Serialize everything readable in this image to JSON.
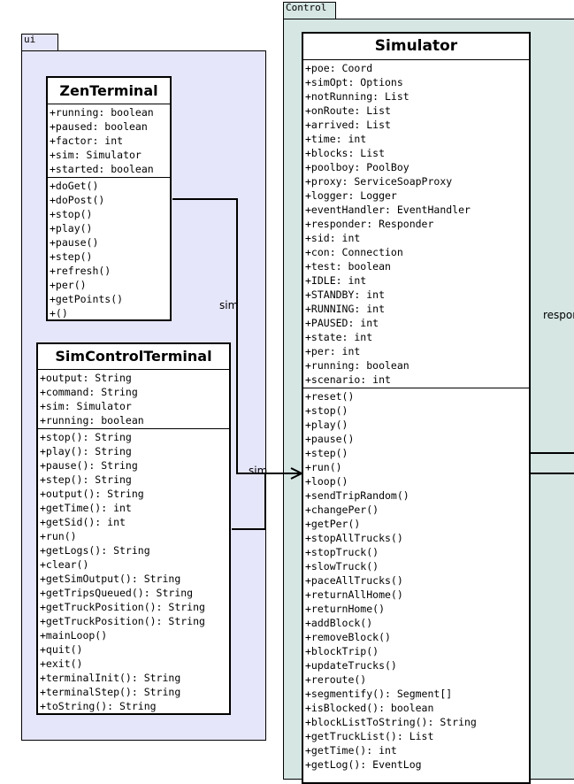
{
  "packages": {
    "ui": {
      "name": "ui"
    },
    "control": {
      "name": "Control"
    }
  },
  "classes": {
    "zen_terminal": {
      "name": "ZenTerminal",
      "attributes": [
        "+running: boolean",
        "+paused: boolean",
        "+factor: int",
        "+sim: Simulator",
        "+started: boolean"
      ],
      "operations": [
        "+doGet()",
        "+doPost()",
        "+stop()",
        "+play()",
        "+pause()",
        "+step()",
        "+refresh()",
        "+per()",
        "+getPoints()",
        "+()"
      ]
    },
    "sim_control_terminal": {
      "name": "SimControlTerminal",
      "attributes": [
        "+output: String",
        "+command: String",
        "+sim: Simulator",
        "+running: boolean"
      ],
      "operations": [
        "+stop(): String",
        "+play(): String",
        "+pause(): String",
        "+step(): String",
        "+output(): String",
        "+getTime(): int",
        "+getSid(): int",
        "+run()",
        "+getLogs(): String",
        "+clear()",
        "+getSimOutput(): String",
        "+getTripsQueued(): String",
        "+getTruckPosition(): String",
        "+getTruckPosition(): String",
        "+mainLoop()",
        "+quit()",
        "+exit()",
        "+terminalInit(): String",
        "+terminalStep(): String",
        "+toString(): String"
      ]
    },
    "simulator": {
      "name": "Simulator",
      "attributes": [
        "+poe: Coord",
        "+simOpt: Options",
        "+notRunning: List",
        "+onRoute: List",
        "+arrived: List",
        "+time: int",
        "+blocks: List",
        "+poolboy: PoolBoy",
        "+proxy: ServiceSoapProxy",
        "+logger: Logger",
        "+eventHandler: EventHandler",
        "+responder: Responder",
        "+sid: int",
        "+con: Connection",
        "+test: boolean",
        "+IDLE: int",
        "+STANDBY: int",
        "+RUNNING: int",
        "+PAUSED: int",
        "+state: int",
        "+per: int",
        "+running: boolean",
        "+scenario: int"
      ],
      "operations": [
        "+reset()",
        "+stop()",
        "+play()",
        "+pause()",
        "+step()",
        "+run()",
        "+loop()",
        "+sendTripRandom()",
        "+changePer()",
        "+getPer()",
        "+stopAllTrucks()",
        "+stopTruck()",
        "+slowTruck()",
        "+paceAllTrucks()",
        "+returnAllHome()",
        "+returnHome()",
        "+addBlock()",
        "+removeBlock()",
        "+blockTrip()",
        "+updateTrucks()",
        "+reroute()",
        "+segmentify(): Segment[]",
        "+isBlocked(): boolean",
        "+blockListToString(): String",
        "+getTruckList(): List",
        "+getTime(): int",
        "+getLog(): EventLog"
      ]
    }
  },
  "associations": {
    "zen_to_sim": {
      "label": "sim"
    },
    "sct_to_sim": {
      "label": "sim"
    },
    "sim_out": {
      "label": "respon"
    }
  },
  "colors": {
    "ui_package_fill": "#e6e6fa",
    "control_package_fill": "#d5e6e3"
  }
}
